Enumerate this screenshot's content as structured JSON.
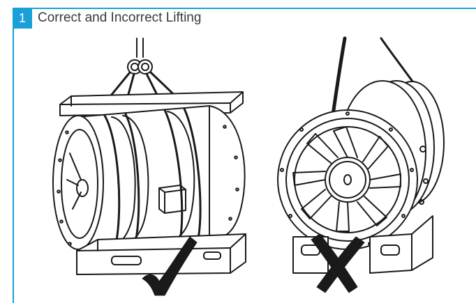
{
  "figure": {
    "number": "1",
    "title": "Correct and Incorrect Lifting"
  },
  "illustrations": [
    {
      "name": "correct-lifting",
      "verdict_icon": "check-icon"
    },
    {
      "name": "incorrect-lifting",
      "verdict_icon": "cross-icon"
    }
  ],
  "colors": {
    "accent": "#1a9fd8",
    "line": "#1a1a1a",
    "title_text": "#3a3a3a"
  }
}
